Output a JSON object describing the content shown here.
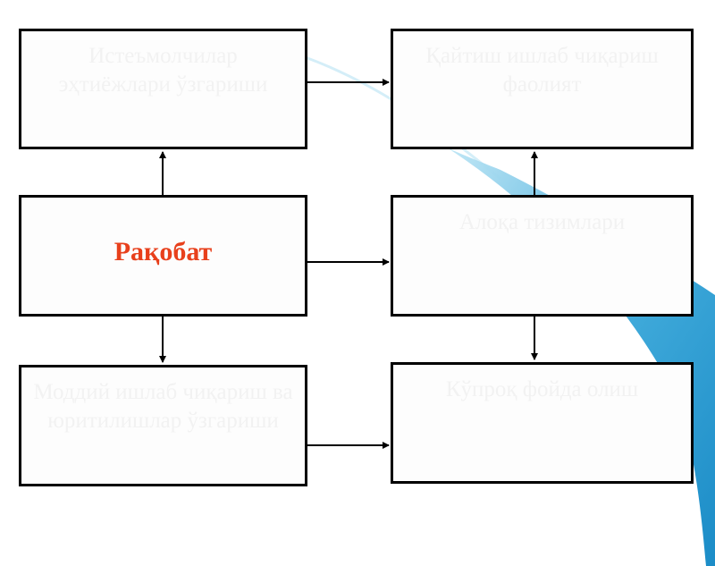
{
  "diagram": {
    "center_label": "Рақобат",
    "boxes": {
      "top_left": "Истеъмолчилар эҳтиёжлари ўзгариши",
      "top_right": "Қайтиш ишлаб чиқариш фаолият",
      "mid_right": "Алоқа тизимлари",
      "bottom_left": "Моддий ишлаб чиқариш ва юритилишлар ўзгариши",
      "bottom_right": "Кўпроқ фойда олиш"
    }
  }
}
